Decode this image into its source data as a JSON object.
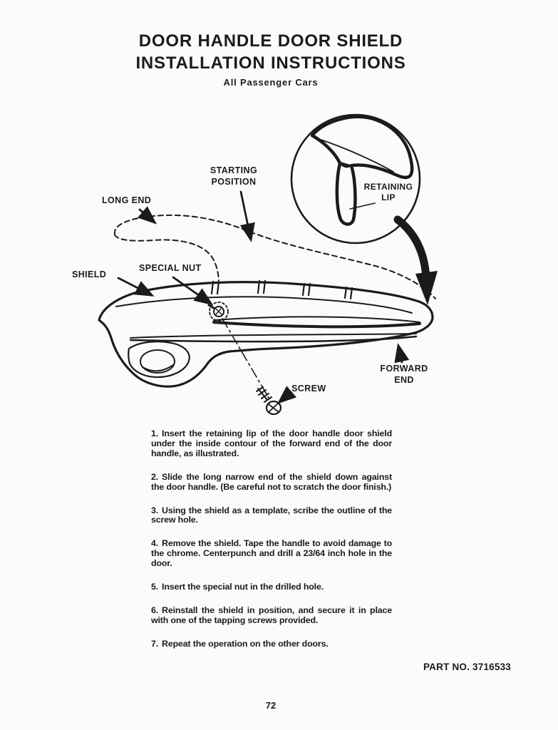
{
  "page": {
    "title_line1": "DOOR HANDLE DOOR SHIELD",
    "title_line2": "INSTALLATION INSTRUCTIONS",
    "subtitle": "All Passenger Cars",
    "part_no": "PART NO. 3716533",
    "page_number": "72"
  },
  "diagram": {
    "labels": {
      "starting_position_line1": "STARTING",
      "starting_position_line2": "POSITION",
      "long_end": "LONG END",
      "retaining_lip_line1": "RETAINING",
      "retaining_lip_line2": "LIP",
      "shield": "SHIELD",
      "special_nut": "SPECIAL NUT",
      "screw": "SCREW",
      "forward_end_line1": "FORWARD",
      "forward_end_line2": "END"
    }
  },
  "instructions": {
    "items": [
      {
        "number": "1.",
        "text": "Insert the retaining lip of the door handle door shield under the inside contour of the forward end of the door handle, as illustrated."
      },
      {
        "number": "2.",
        "text": "Slide the long narrow end of the shield down against the door handle. (Be careful not to scratch the door finish.)"
      },
      {
        "number": "3.",
        "text": "Using the shield as a template, scribe the outline of the screw hole."
      },
      {
        "number": "4.",
        "text": "Remove the shield. Tape the handle to avoid damage to the chrome. Centerpunch and drill a 23/64 inch hole in the door."
      },
      {
        "number": "5.",
        "text": "Insert the special nut in the drilled hole."
      },
      {
        "number": "6.",
        "text": "Reinstall the shield in position, and secure it in place with one of the tapping screws provided."
      },
      {
        "number": "7.",
        "text": "Repeat the operation on the other doors."
      }
    ]
  },
  "colors": {
    "ink": "#1b1b1b",
    "paper": "#fbfbf9"
  }
}
